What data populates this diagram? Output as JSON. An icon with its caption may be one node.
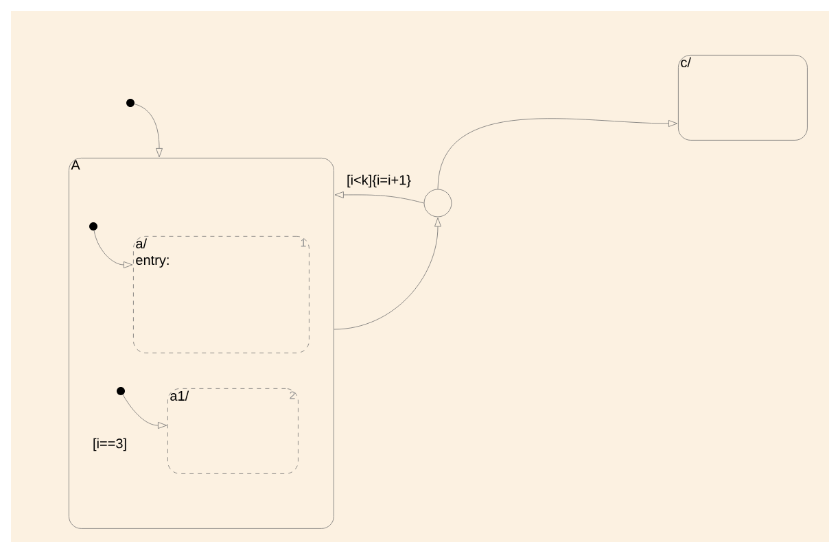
{
  "diagram": {
    "nodes": [
      {
        "text": [
          "A"
        ]
      },
      {
        "text": [
          "a/ entry:",
          "1"
        ],
        "in": 0
      },
      {
        "text": [
          "a1/",
          "2"
        ],
        "in": 0
      },
      {
        "text": [
          "c/"
        ]
      },
      {
        "text": [],
        "shape": "circle"
      },
      {
        "text": [],
        "shape": "dot"
      },
      {
        "text": [],
        "shape": "dot",
        "in": 0
      },
      {
        "text": [],
        "shape": "dot",
        "in": 0
      }
    ],
    "edges": [
      {
        "from": 5,
        "to": 0,
        "arrow": "to"
      },
      {
        "from": 6,
        "to": 1,
        "arrow": "to"
      },
      {
        "from": 7,
        "to": 2,
        "arrow": "to",
        "label": "[i==3]"
      },
      {
        "from": 0,
        "to": 4,
        "arrow": "to"
      },
      {
        "from": 4,
        "to": 0,
        "arrow": "to",
        "label": "[i<k]{i=i+1}"
      },
      {
        "from": 4,
        "to": 3,
        "arrow": "to"
      }
    ]
  }
}
